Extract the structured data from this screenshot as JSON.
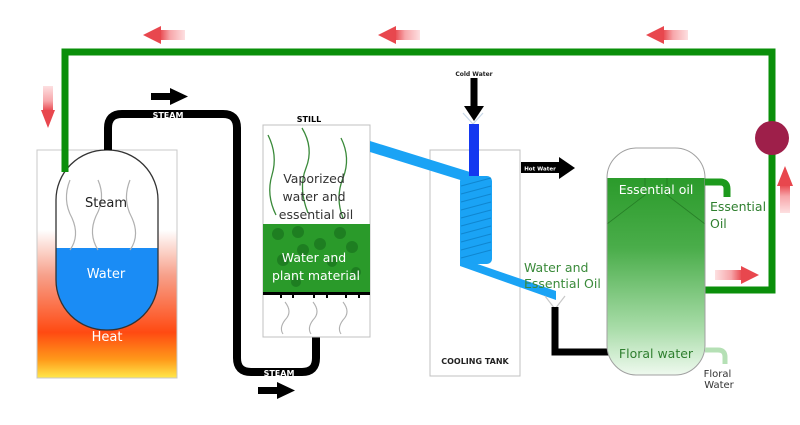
{
  "title": "Steam distillation of essential oil",
  "colors": {
    "recirculation_pipe": "#0a8f0a",
    "flow_arrow": "#e8474e",
    "pump": "#9e1f4a",
    "steam_pipe": "#000000",
    "condenser_coil": "#1aa3f5",
    "cold_water_pipe": "#1438f0",
    "water": "#1a8cf5",
    "plant_material": "#2a9a2a",
    "separator_green": "#33a033"
  },
  "boiler": {
    "steam_label": "Steam",
    "water_label": "Water",
    "heat_label": "Heat"
  },
  "steam_pipe": {
    "top_label": "STEAM",
    "bottom_label": "STEAM"
  },
  "still": {
    "title": "STILL",
    "vapor_label_lines": [
      "Vaporized",
      "water and",
      "essential oil"
    ],
    "plant_label_lines": [
      "Water and",
      "plant material"
    ]
  },
  "condenser": {
    "cold_water_label": "Cold Water",
    "hot_water_label": "Hot Water",
    "tank_label": "COOLING TANK"
  },
  "outflow": {
    "label_lines": [
      "Water and",
      "Essential Oil"
    ]
  },
  "separator": {
    "top_label": "Essential oil",
    "bottom_label": "Floral water",
    "oil_outlet_label_lines": [
      "Essential",
      "Oil"
    ],
    "water_outlet_label_lines": [
      "Floral",
      "Water"
    ]
  },
  "flow_arrows": [
    "left",
    "left",
    "left",
    "down",
    "up",
    "right"
  ]
}
